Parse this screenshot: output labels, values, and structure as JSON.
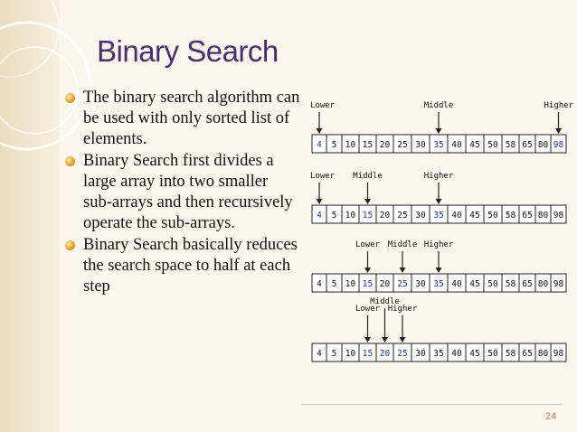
{
  "slide": {
    "title": "Binary Search",
    "page_number": "24",
    "bullets": [
      "The binary search algorithm can be used with only sorted list of elements.",
      "Binary Search first divides a large array into two smaller sub-arrays and then recursively operate the sub-arrays.",
      "Binary Search basically reduces the search space to half at each step"
    ]
  },
  "colors": {
    "title": "#4a2f6e",
    "highlight": "#1e35c8",
    "text": "#111111",
    "accent": "#e2a42e"
  },
  "diagram": {
    "values": [
      4,
      5,
      10,
      15,
      20,
      25,
      30,
      35,
      40,
      45,
      50,
      58,
      65,
      80,
      98
    ],
    "rows": [
      {
        "highlight": [
          0,
          7,
          14
        ],
        "pointers": [
          {
            "label": "Lower",
            "index": 0
          },
          {
            "label": "Middle",
            "index": 7
          },
          {
            "label": "Higher",
            "index": 14
          }
        ]
      },
      {
        "highlight": [
          0,
          3,
          7
        ],
        "pointers": [
          {
            "label": "Lower",
            "index": 0
          },
          {
            "label": "Middle",
            "index": 3
          },
          {
            "label": "Higher",
            "index": 7
          }
        ]
      },
      {
        "highlight": [
          3,
          5,
          7
        ],
        "pointers": [
          {
            "label": "Lower",
            "index": 3
          },
          {
            "label": "Middle",
            "index": 5
          },
          {
            "label": "Higher",
            "index": 7
          }
        ]
      },
      {
        "highlight": [
          3,
          4,
          5
        ],
        "pointers": [
          {
            "label": "Lower",
            "index": 3
          },
          {
            "label": "Middle",
            "index": 4
          },
          {
            "label": "Higher",
            "index": 5
          }
        ]
      }
    ]
  }
}
